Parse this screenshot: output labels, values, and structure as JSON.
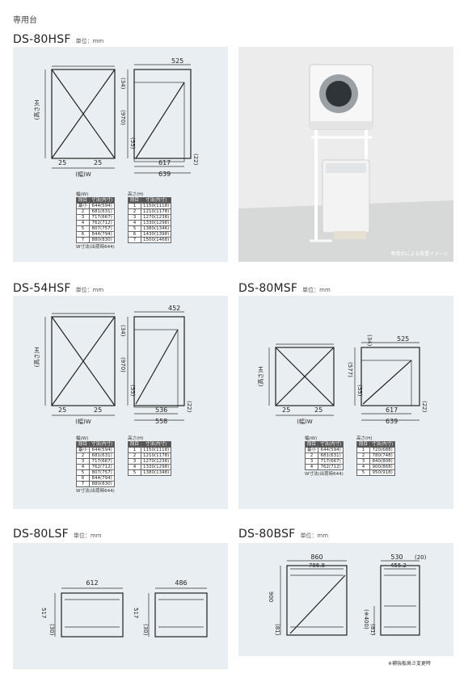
{
  "header": {
    "label": "専用台"
  },
  "unit_label": "単位：mm",
  "p1": {
    "model": "DS-80HSF",
    "front": {
      "height_label": "(高さ)H",
      "foot_l": "25",
      "foot_r": "25",
      "width_label": "(幅)W"
    },
    "side": {
      "top": "525",
      "d34": "(34)",
      "d970": "(970)",
      "d55": "(55)",
      "d22": "(22)",
      "d617": "617",
      "d639": "639"
    },
    "width_table": {
      "title": "幅(W)",
      "headers": [
        "段目",
        "寸法(内寸)"
      ],
      "rows": [
        [
          "最小",
          "644(594)"
        ],
        [
          "2",
          "681(631)"
        ],
        [
          "3",
          "717(667)"
        ],
        [
          "4",
          "762(712)"
        ],
        [
          "5",
          "807(757)"
        ],
        [
          "6",
          "844(794)"
        ],
        [
          "7",
          "880(830)"
        ]
      ],
      "note": "W寸法(出荷時644)"
    },
    "height_table": {
      "title": "高さ(H)",
      "headers": [
        "段目",
        "寸法(内寸)"
      ],
      "rows": [
        [
          "1",
          "1150(1118)"
        ],
        [
          "2",
          "1210(1178)"
        ],
        [
          "3",
          "1270(1238)"
        ],
        [
          "4",
          "1330(1298)"
        ],
        [
          "5",
          "1380(1346)"
        ],
        [
          "6",
          "1430(1398)"
        ],
        [
          "7",
          "1500(1468)"
        ]
      ]
    },
    "photo_caption": "専用台による設置イメージ"
  },
  "p2": {
    "model": "DS-54HSF",
    "front": {
      "height_label": "(高さ)H",
      "foot_l": "25",
      "foot_r": "25",
      "width_label": "(幅)W"
    },
    "side": {
      "top": "452",
      "d34": "(34)",
      "d970": "(970)",
      "d55": "(55)",
      "d22": "(22)",
      "d536": "536",
      "d558": "558"
    },
    "width_table": {
      "title": "幅(W)",
      "headers": [
        "段目",
        "寸法(内寸)"
      ],
      "rows": [
        [
          "最小",
          "644(594)"
        ],
        [
          "2",
          "681(631)"
        ],
        [
          "3",
          "717(667)"
        ],
        [
          "4",
          "762(712)"
        ],
        [
          "5",
          "807(757)"
        ],
        [
          "6",
          "844(794)"
        ],
        [
          "7",
          "880(830)"
        ]
      ],
      "note": "W寸法(出荷時644)"
    },
    "height_table": {
      "title": "高さ(H)",
      "headers": [
        "段目",
        "寸法(内寸)"
      ],
      "rows": [
        [
          "1",
          "1150(1118)"
        ],
        [
          "2",
          "1210(1178)"
        ],
        [
          "3",
          "1270(1238)"
        ],
        [
          "4",
          "1330(1298)"
        ],
        [
          "5",
          "1380(1348)"
        ]
      ]
    }
  },
  "p3": {
    "model": "DS-80MSF",
    "front": {
      "height_label": "(高さ)H",
      "foot_l": "25",
      "foot_r": "25",
      "width_label": "(幅)W"
    },
    "side": {
      "top": "525",
      "d34": "(34)",
      "d577": "(577)",
      "d55": "(55)",
      "d22": "(22)",
      "d617": "617",
      "d639": "639"
    },
    "width_table": {
      "title": "幅(W)",
      "headers": [
        "段目",
        "寸法(内寸)"
      ],
      "rows": [
        [
          "最小",
          "644(594)"
        ],
        [
          "2",
          "681(631)"
        ],
        [
          "3",
          "717(667)"
        ],
        [
          "4",
          "762(712)"
        ]
      ],
      "note": "W寸法(出荷時644)"
    },
    "height_table": {
      "title": "高さ(H)",
      "headers": [
        "段目",
        "寸法(内寸)"
      ],
      "rows": [
        [
          "1",
          "720(688)"
        ],
        [
          "2",
          "780(748)"
        ],
        [
          "3",
          "840(808)"
        ],
        [
          "4",
          "900(868)"
        ],
        [
          "5",
          "950(918)"
        ]
      ]
    }
  },
  "p4": {
    "model": "DS-80LSF",
    "front": {
      "top": "612",
      "h": "517",
      "h30": "(30)"
    },
    "side": {
      "top": "486",
      "h": "517",
      "h30": "(30)"
    }
  },
  "p5": {
    "model": "DS-80BSF",
    "front": {
      "top": "860",
      "inner": "786.8",
      "h": "900",
      "h81": "(81)"
    },
    "side": {
      "top": "530",
      "d20": "(20)",
      "inner": "455.2",
      "h400": "(※400)",
      "h81": "(81)"
    },
    "note": "※補強板高さ変更時"
  }
}
